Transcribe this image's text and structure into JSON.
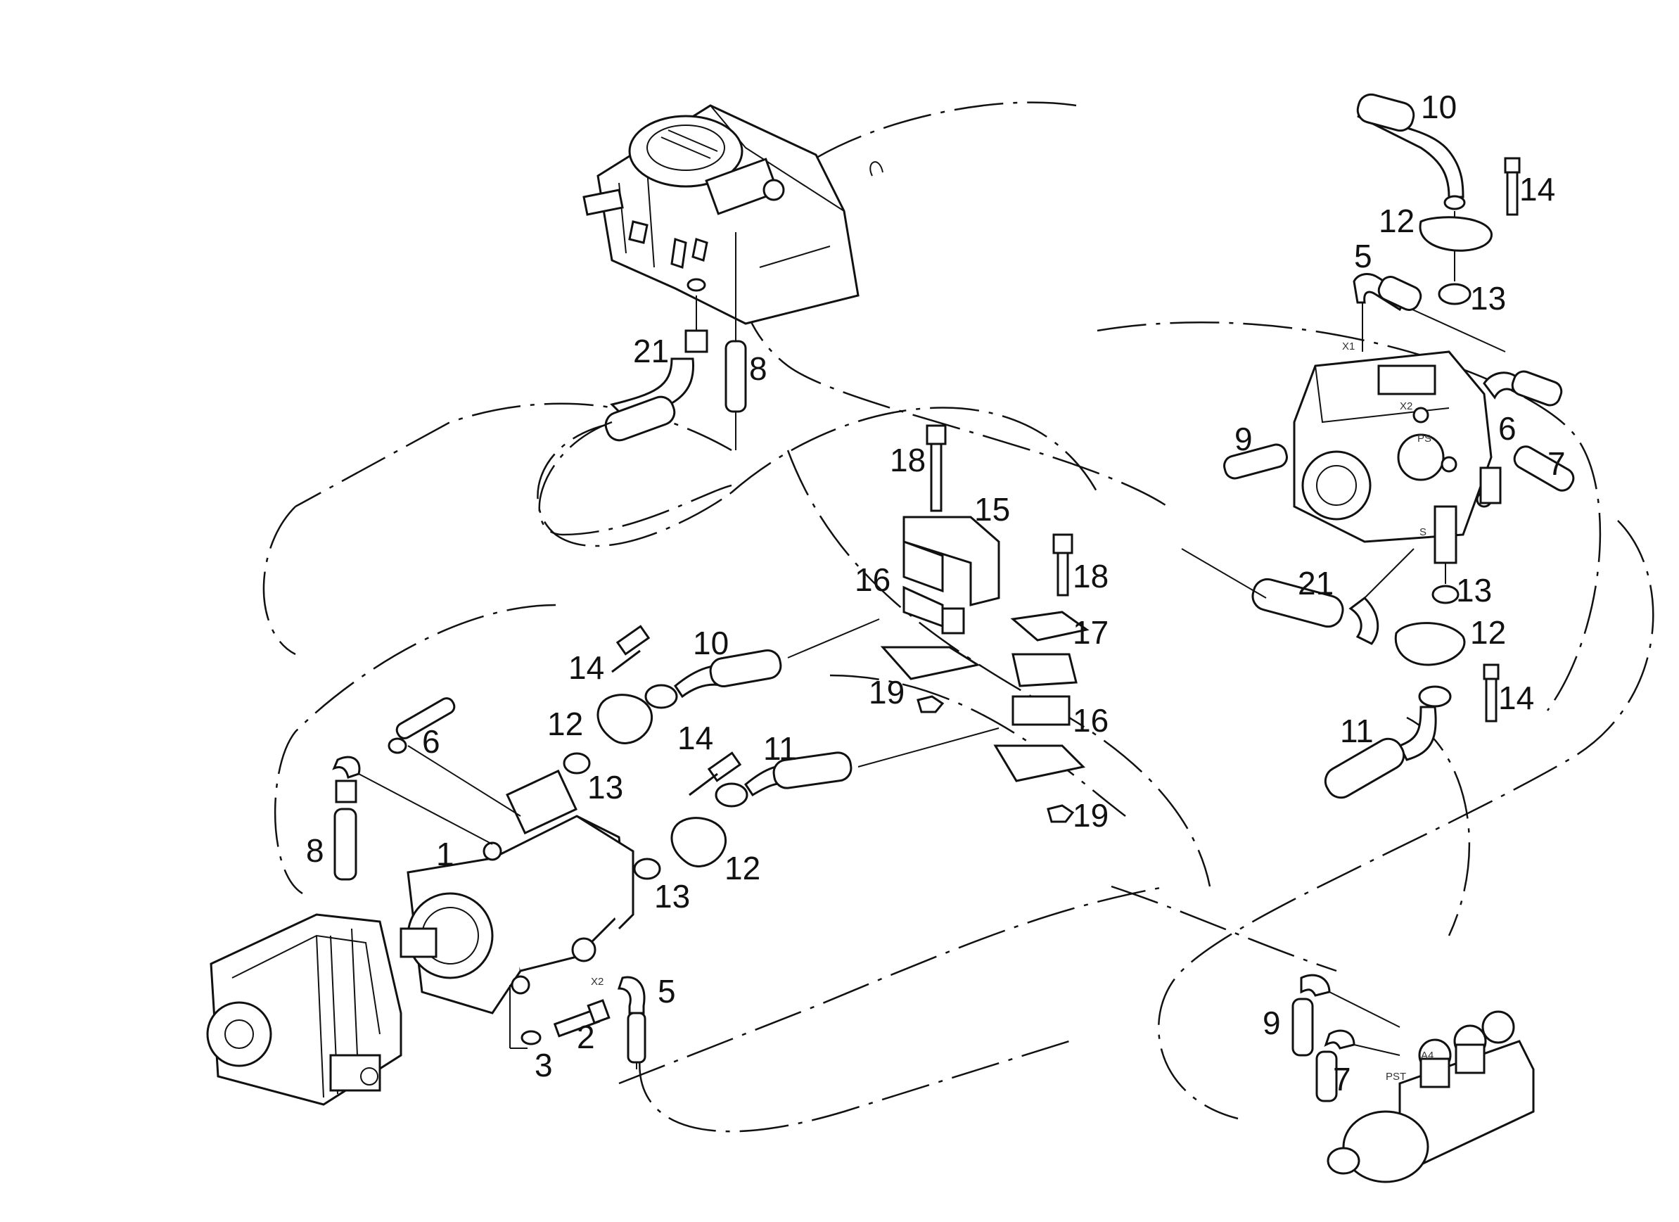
{
  "callouts": [
    {
      "id": "c1",
      "text": "1"
    },
    {
      "id": "c2",
      "text": "2"
    },
    {
      "id": "c3",
      "text": "3"
    },
    {
      "id": "c5a",
      "text": "5"
    },
    {
      "id": "c5b",
      "text": "5"
    },
    {
      "id": "c6a",
      "text": "6"
    },
    {
      "id": "c6b",
      "text": "6"
    },
    {
      "id": "c7a",
      "text": "7"
    },
    {
      "id": "c7b",
      "text": "7"
    },
    {
      "id": "c8a",
      "text": "8"
    },
    {
      "id": "c8b",
      "text": "8"
    },
    {
      "id": "c9a",
      "text": "9"
    },
    {
      "id": "c9b",
      "text": "9"
    },
    {
      "id": "c10a",
      "text": "10"
    },
    {
      "id": "c10b",
      "text": "10"
    },
    {
      "id": "c11a",
      "text": "11"
    },
    {
      "id": "c11b",
      "text": "11"
    },
    {
      "id": "c12a",
      "text": "12"
    },
    {
      "id": "c12b",
      "text": "12"
    },
    {
      "id": "c12c",
      "text": "12"
    },
    {
      "id": "c12d",
      "text": "12"
    },
    {
      "id": "c13a",
      "text": "13"
    },
    {
      "id": "c13b",
      "text": "13"
    },
    {
      "id": "c13c",
      "text": "13"
    },
    {
      "id": "c13d",
      "text": "13"
    },
    {
      "id": "c14a",
      "text": "14"
    },
    {
      "id": "c14b",
      "text": "14"
    },
    {
      "id": "c14c",
      "text": "14"
    },
    {
      "id": "c14d",
      "text": "14"
    },
    {
      "id": "c15",
      "text": "15"
    },
    {
      "id": "c16a",
      "text": "16"
    },
    {
      "id": "c16b",
      "text": "16"
    },
    {
      "id": "c17",
      "text": "17"
    },
    {
      "id": "c18a",
      "text": "18"
    },
    {
      "id": "c18b",
      "text": "18"
    },
    {
      "id": "c19a",
      "text": "19"
    },
    {
      "id": "c19b",
      "text": "19"
    },
    {
      "id": "c21a",
      "text": "21"
    },
    {
      "id": "c21b",
      "text": "21"
    }
  ],
  "port_labels": [
    {
      "id": "p_x1",
      "text": "X1"
    },
    {
      "id": "p_x2a",
      "text": "X2"
    },
    {
      "id": "p_ps",
      "text": "PS"
    },
    {
      "id": "p_s",
      "text": "S"
    },
    {
      "id": "p_x2b",
      "text": "X2"
    },
    {
      "id": "p_a4",
      "text": "A4"
    },
    {
      "id": "p_pst",
      "text": "PST"
    }
  ]
}
